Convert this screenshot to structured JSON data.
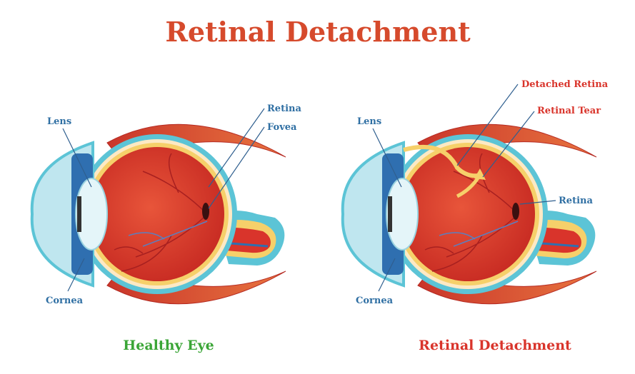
{
  "title": "Retinal Detachment",
  "healthy_eye": {
    "caption": "Healthy Eye",
    "labels": {
      "lens": "Lens",
      "cornea": "Cornea",
      "retina": "Retina",
      "fovea": "Fovea"
    }
  },
  "detached_eye": {
    "caption": "Retinal Detachment",
    "labels": {
      "lens": "Lens",
      "cornea": "Cornea",
      "detached_retina": "Detached Retina",
      "retinal_tear": "Retinal Tear",
      "retina": "Retina"
    }
  },
  "colors": {
    "title": "#d64a2c",
    "healthy": "#3aa536",
    "detached": "#d9342b",
    "label_blue": "#2f6fa3"
  }
}
